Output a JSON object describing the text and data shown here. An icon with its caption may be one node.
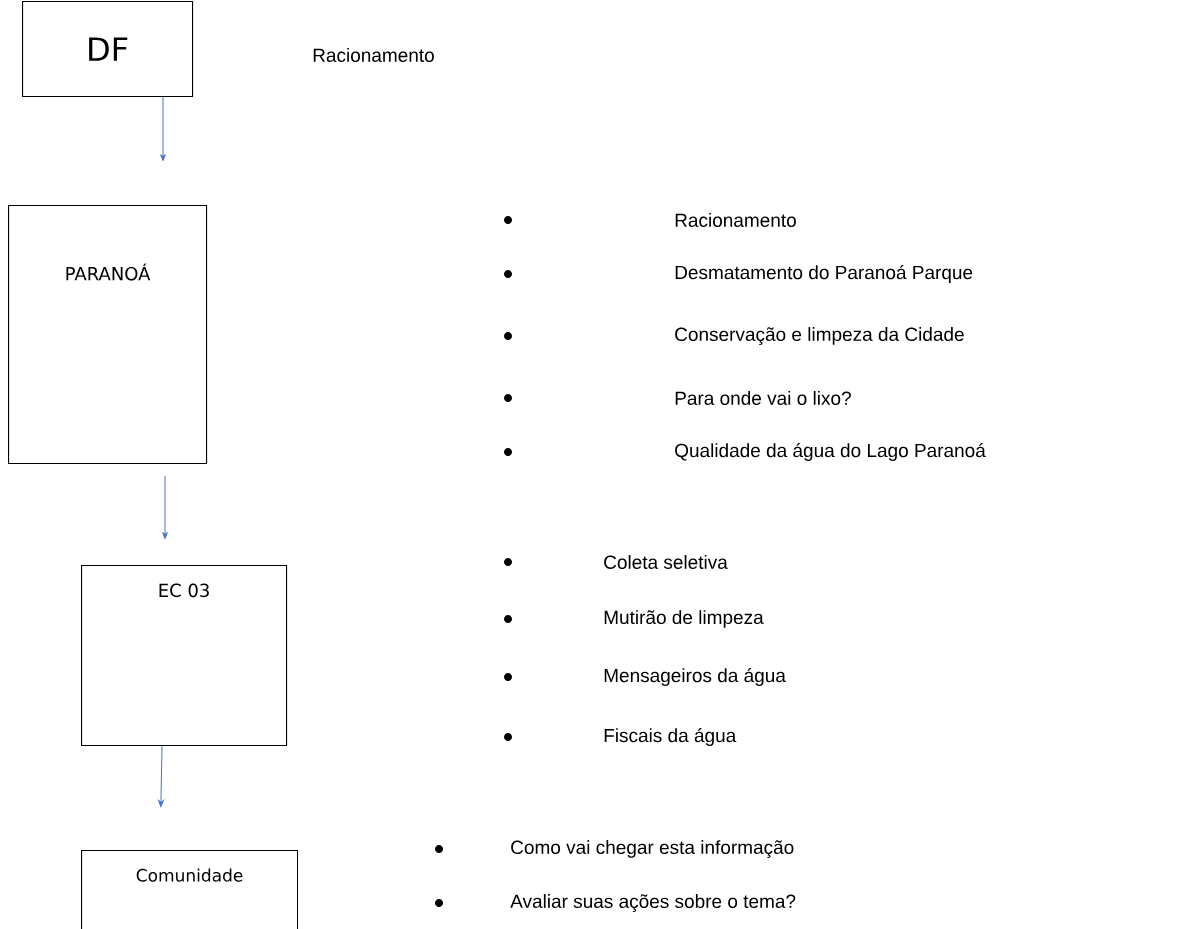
{
  "diagram": {
    "nodes": [
      {
        "text": [
          "DF"
        ]
      },
      {
        "text": [
          "PARANOÁ"
        ]
      },
      {
        "text": [
          "EC 03"
        ]
      },
      {
        "text": [
          "Comunidade"
        ]
      }
    ],
    "edges": [
      {
        "from": 0,
        "to": 1,
        "arrow": "to"
      },
      {
        "from": 1,
        "to": 2,
        "arrow": "to"
      },
      {
        "from": 2,
        "to": 3,
        "arrow": "to"
      }
    ],
    "labels": [
      "Racionamento",
      "Racionamento",
      "Desmatamento do Paranoá Parque",
      "Conservação e limpeza da Cidade",
      "Para onde vai o lixo?",
      "Qualidade da água do Lago Paranoá",
      "Coleta seletiva",
      "Mutirão de limpeza",
      "Mensageiros da água",
      "Fiscais da água",
      "Como vai chegar esta informação",
      "Avaliar suas ações sobre o tema?"
    ]
  }
}
